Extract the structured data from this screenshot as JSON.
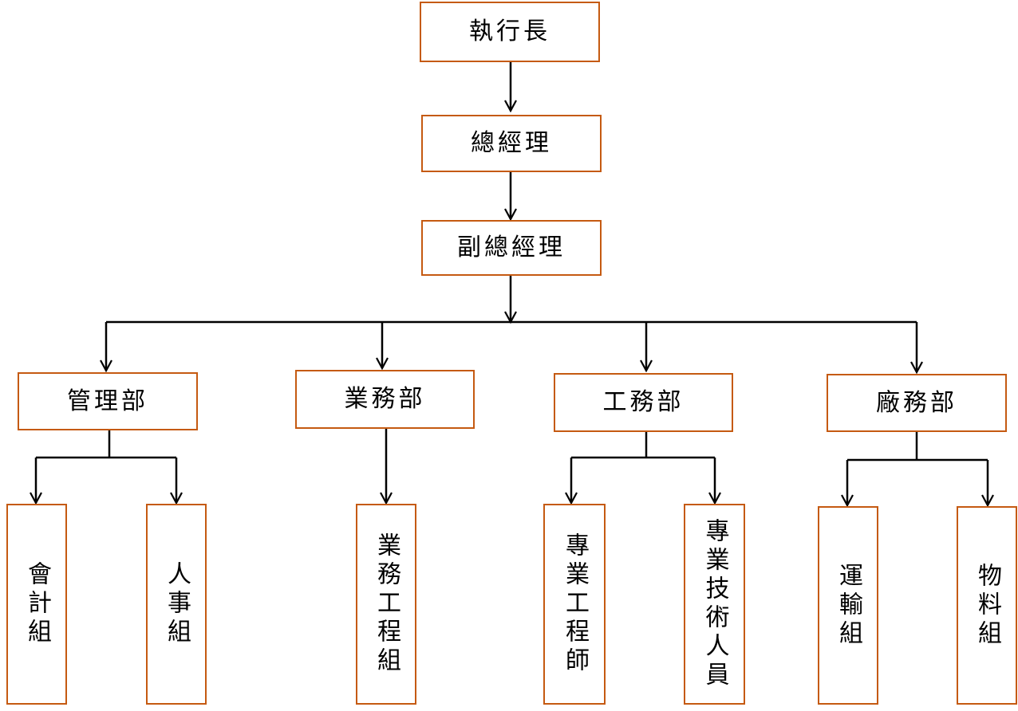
{
  "style": {
    "border_color": "#c55a11",
    "line_color": "#000000"
  },
  "org": {
    "ceo": "執行長",
    "gm": "總經理",
    "vgm": "副總經理",
    "departments": [
      {
        "name": "管理部",
        "units": [
          "會計組",
          "人事組"
        ]
      },
      {
        "name": "業務部",
        "units": [
          "業務工程組"
        ]
      },
      {
        "name": "工務部",
        "units": [
          "專業工程師",
          "專業技術人員"
        ]
      },
      {
        "name": "廠務部",
        "units": [
          "運輸組",
          "物料組"
        ]
      }
    ]
  }
}
